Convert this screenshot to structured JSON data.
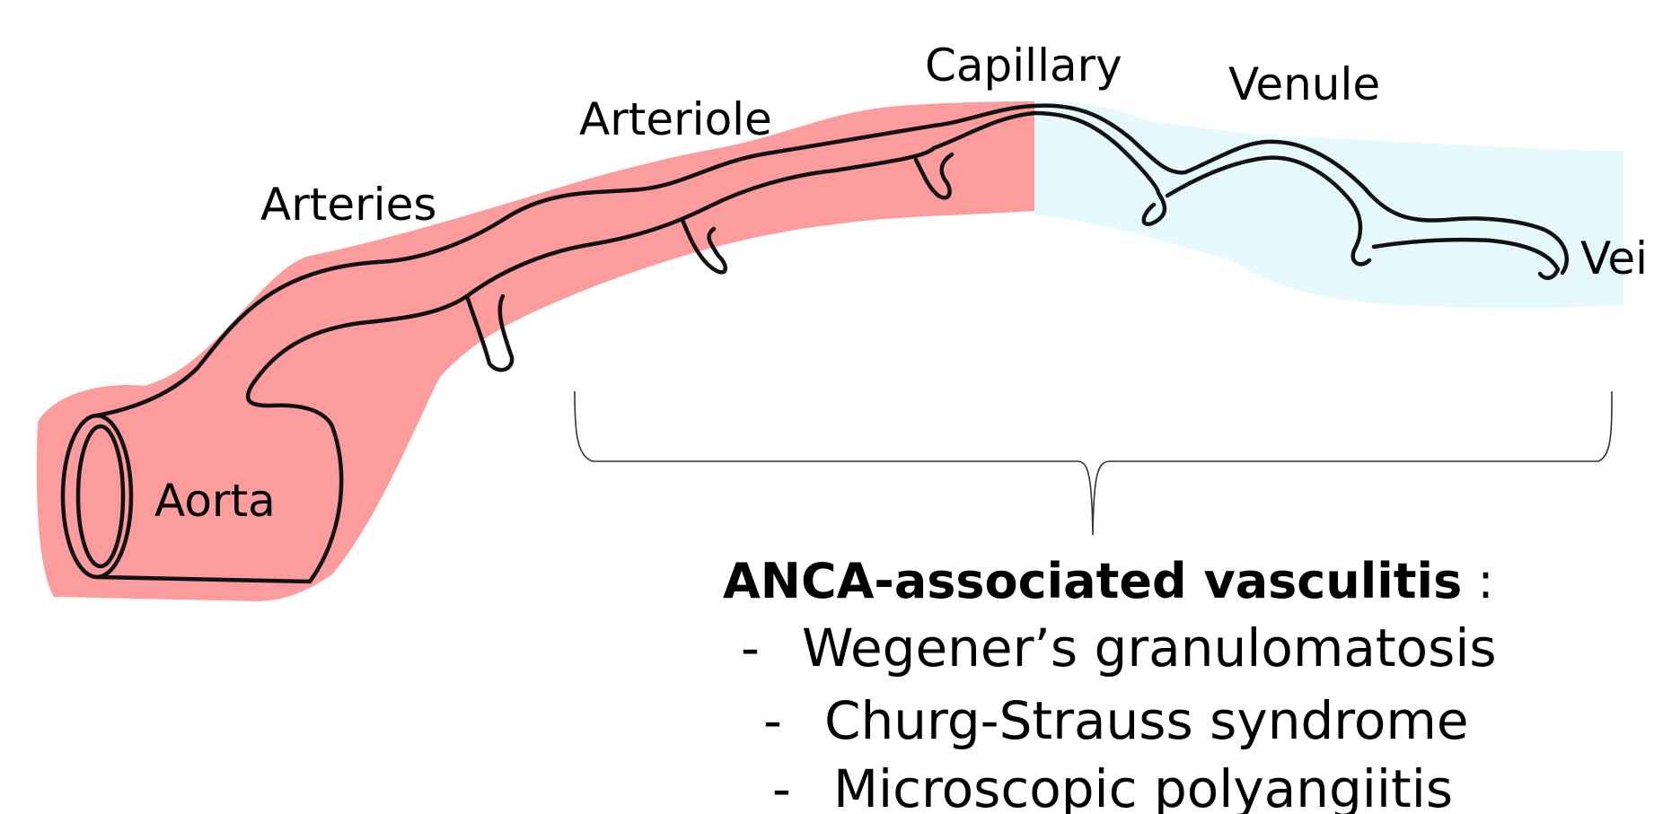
{
  "colors": {
    "arterial_region": "#fc9c9c",
    "venous_region": "#e6fafd",
    "outline": "#111111",
    "brace": "#333333",
    "text": "#000000"
  },
  "vessel_labels": {
    "aorta": "Aorta",
    "arteries": "Arteries",
    "arteriole": "Arteriole",
    "capillary": "Capillary",
    "venule": "Venule",
    "vein": "Vei"
  },
  "anca": {
    "heading": "ANCA-associated vasculitis",
    "heading_suffix": " :",
    "bullet": "-",
    "items": [
      "Wegener’s granulomatosis",
      "Churg-Strauss syndrome",
      "Microscopic polyangiitis"
    ]
  }
}
